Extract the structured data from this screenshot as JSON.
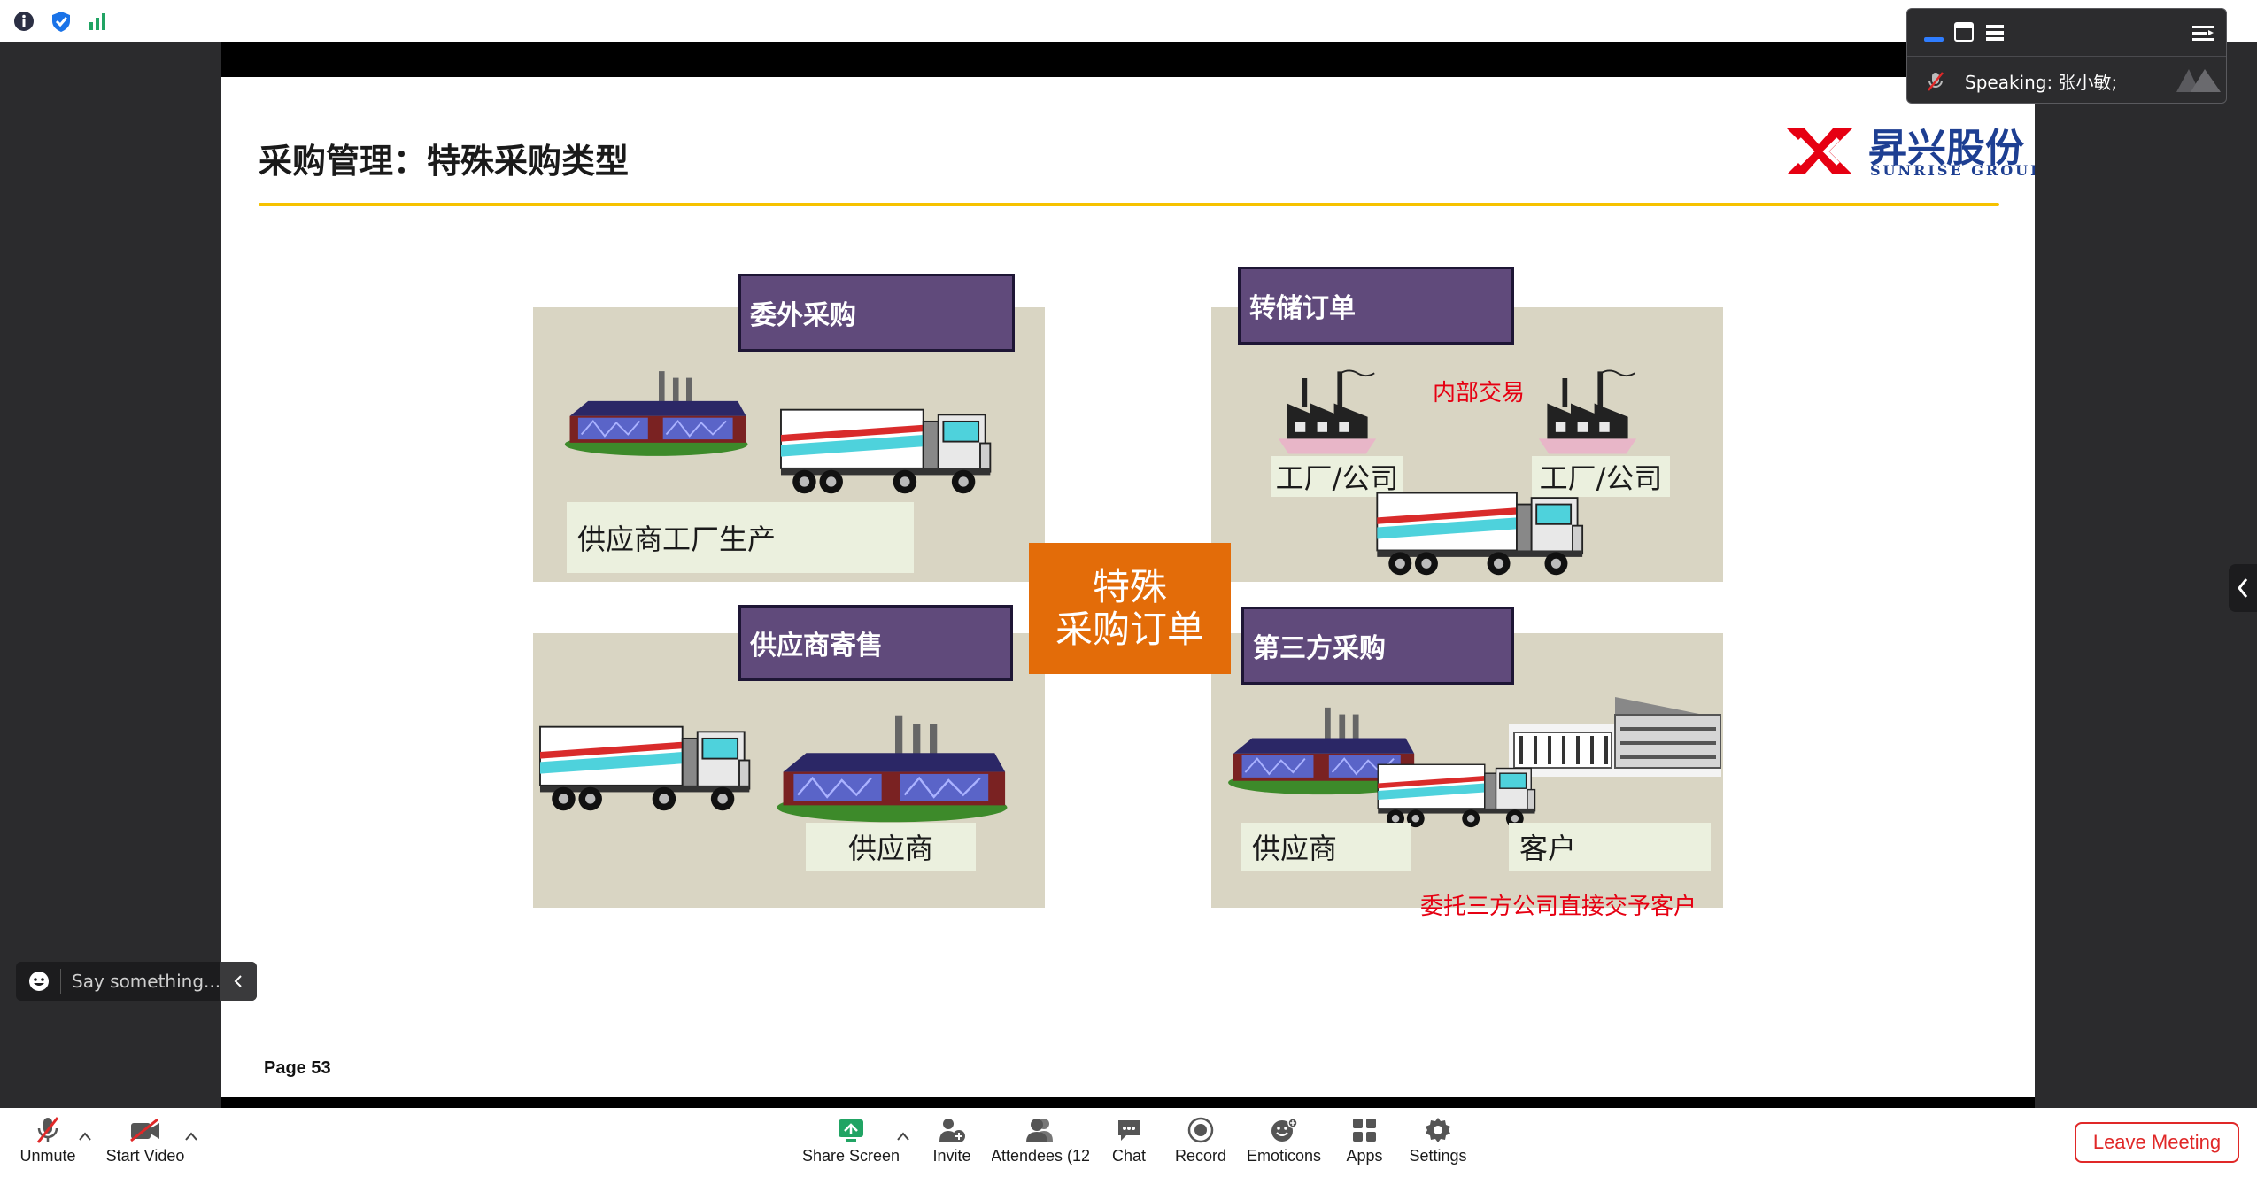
{
  "window": {
    "speaking_label": "Speaking: 张小敏;",
    "chat_placeholder": "Say something..."
  },
  "slide": {
    "title": "采购管理：特殊采购类型",
    "logo_cn": "昇兴股份",
    "logo_en": "SUNRISE GROUP",
    "page": "Page 53",
    "center_line1": "特殊",
    "center_line2": "采购订单",
    "q1": {
      "tag": "委外采购",
      "label": "供应商工厂生产"
    },
    "q2": {
      "tag": "转储订单",
      "note": "内部交易",
      "factory1": "工厂/公司",
      "factory2": "工厂/公司"
    },
    "q3": {
      "tag": "供应商寄售",
      "label": "供应商"
    },
    "q4": {
      "tag": "第三方采购",
      "label_supplier": "供应商",
      "label_customer": "客户",
      "note": "委托三方公司直接交予客户"
    }
  },
  "toolbar": {
    "unmute": "Unmute",
    "start_video": "Start Video",
    "share_screen": "Share Screen",
    "invite": "Invite",
    "attendees": "Attendees (12",
    "chat": "Chat",
    "record": "Record",
    "emoticons": "Emoticons",
    "apps": "Apps",
    "settings": "Settings",
    "leave": "Leave Meeting"
  },
  "colors": {
    "accent_red": "#e02828",
    "slide_tag": "#604a7b",
    "center_orange": "#e36c09",
    "title_line": "#f6c200",
    "share_green": "#21a464"
  }
}
